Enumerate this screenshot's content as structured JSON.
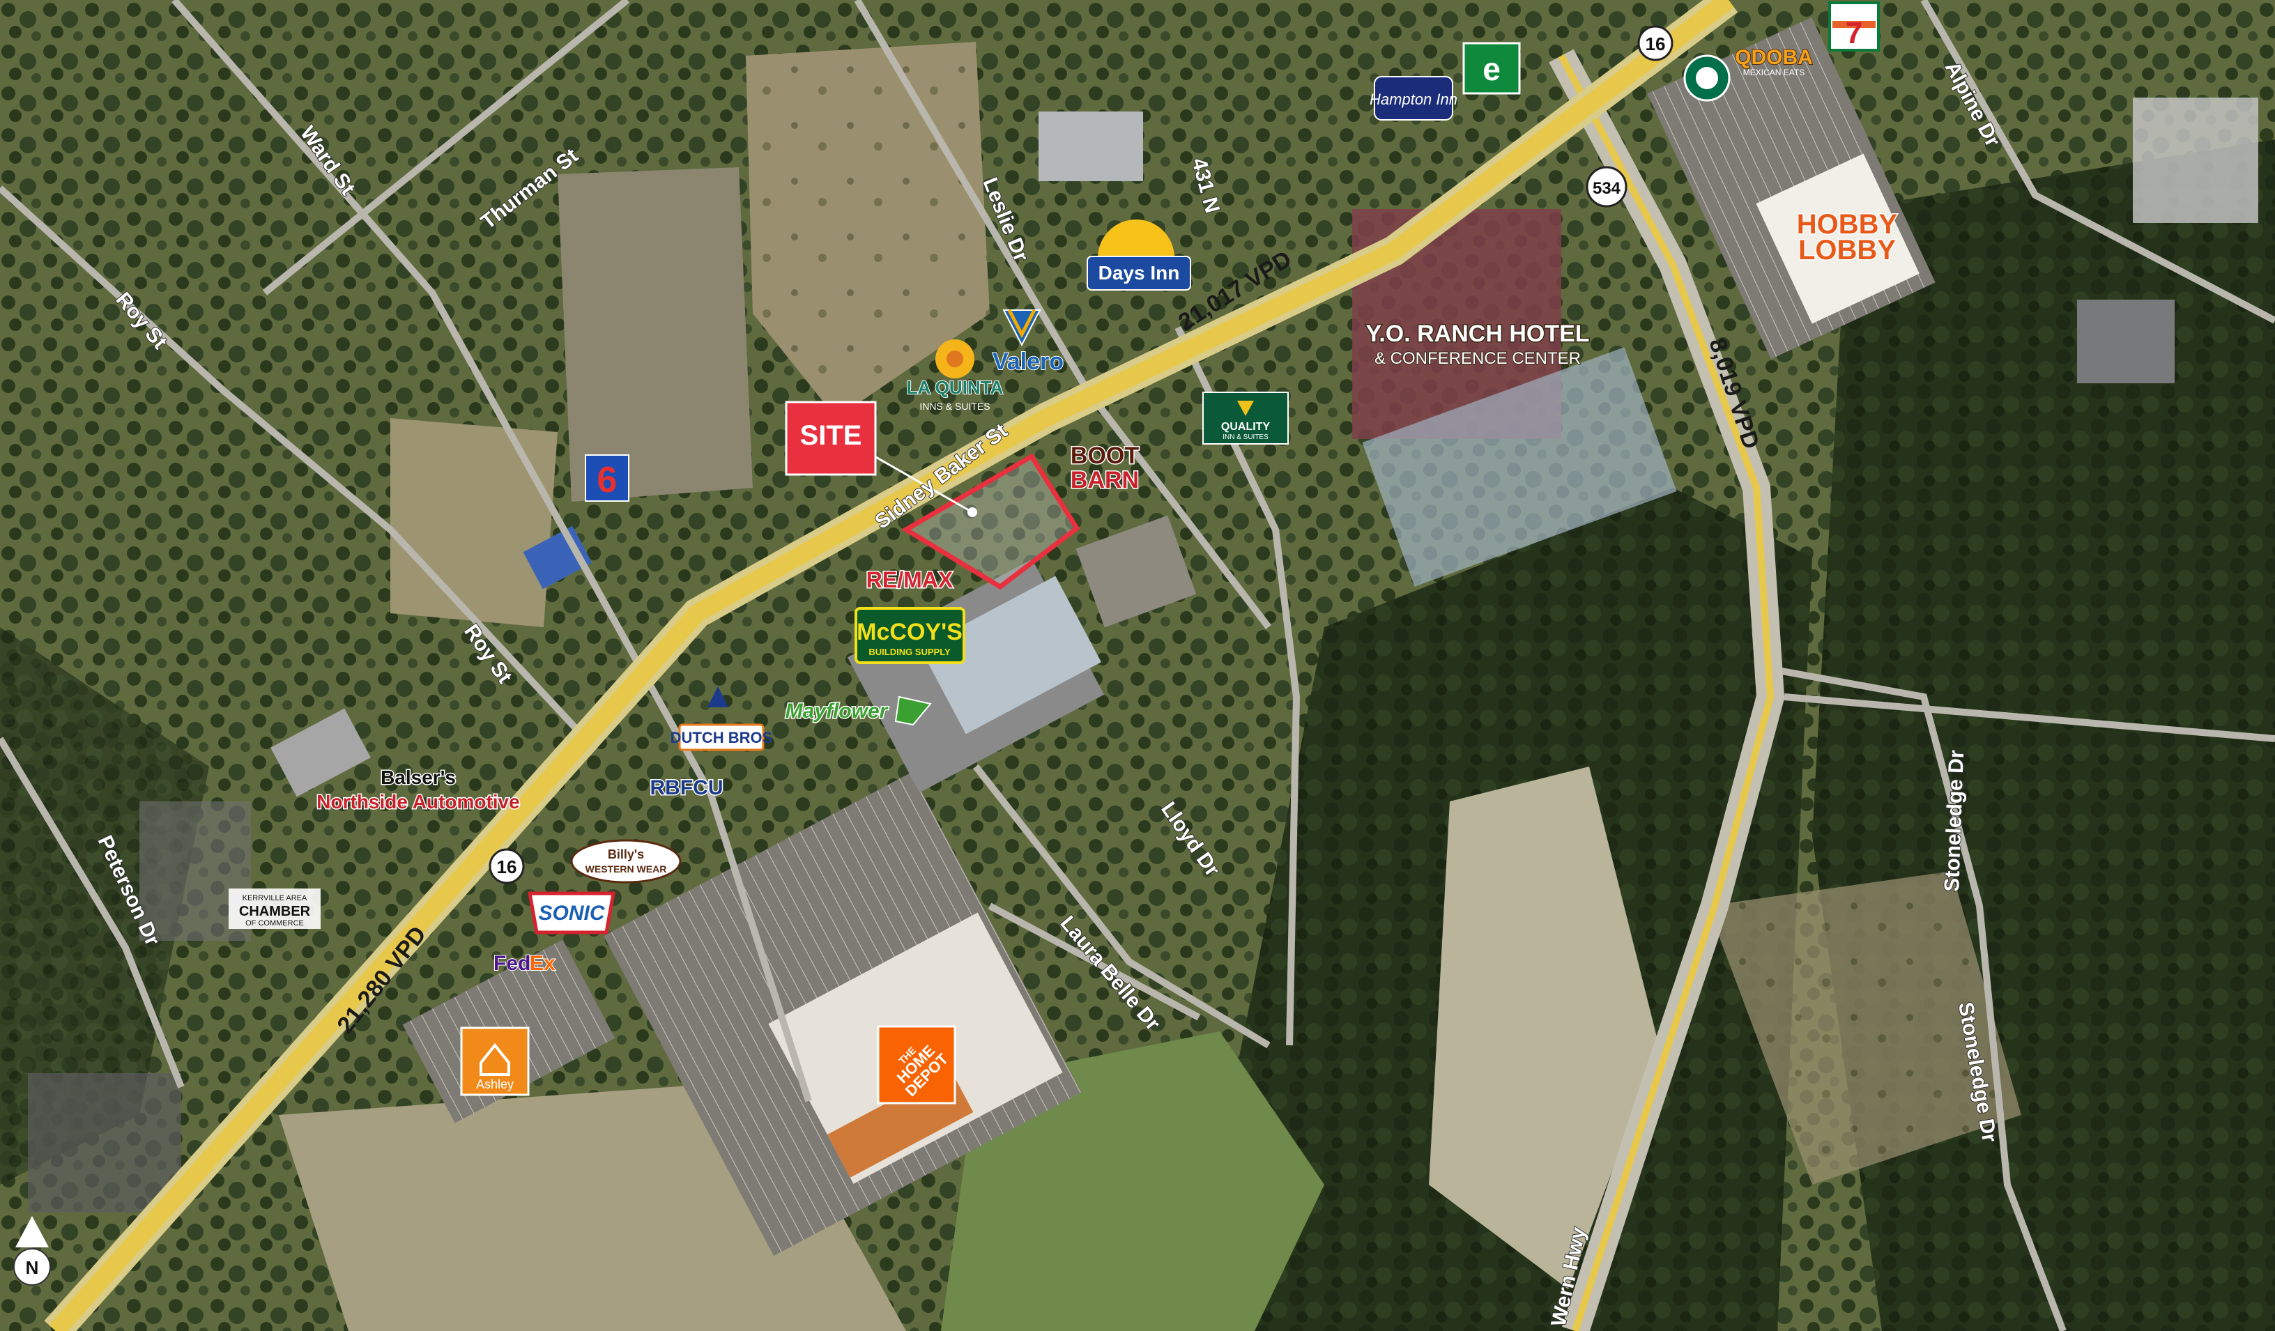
{
  "site_label": "SITE",
  "traffic": {
    "main_ne": "21,017 VPD",
    "main_sw": "21,280 VPD",
    "loop": "8,019 VPD"
  },
  "highways": {
    "hwy16_top": "16",
    "hwy16_bottom": "16",
    "hwy534": "534"
  },
  "streets": {
    "ward": "Ward St",
    "thurman": "Thurman St",
    "roy_top": "Roy St",
    "roy_mid": "Roy St",
    "peterson": "Peterson Dr",
    "leslie": "Leslie Dr",
    "i431": "431 N",
    "sidney": "Sidney Baker St",
    "lloyd": "Lloyd Dr",
    "laura": "Laura Belle Dr",
    "alpine": "Alpine Dr",
    "stone_top": "Stoneledge Dr",
    "stone_bottom": "Stoneledge Dr",
    "wern": "Wern Hwy"
  },
  "businesses": {
    "days_inn": "Days Inn",
    "valero": "Valero",
    "la_quinta": "LA QUINTA",
    "la_quinta_sub": "INNS & SUITES",
    "hampton": "Hampton Inn",
    "qdoba": "QDOBA",
    "qdoba_sub": "MEXICAN EATS",
    "seven_eleven": "7",
    "hobby_lobby_1": "HOBBY",
    "hobby_lobby_2": "LOBBY",
    "yo_ranch_1": "Y.O. RANCH HOTEL",
    "yo_ranch_2": "& CONFERENCE CENTER",
    "quality": "QUALITY",
    "quality_sub": "INN & SUITES",
    "boot_1": "BOOT",
    "boot_2": "BARN",
    "motel6": "6",
    "remax": "RE/MAX",
    "mccoys_1": "McCOY'S",
    "mccoys_2": "BUILDING SUPPLY",
    "mayflower": "Mayflower",
    "dutch_bros": "DUTCH BROS",
    "rbfcu": "RBFCU",
    "balsers_1": "Balser's",
    "balsers_2": "Northside Automotive",
    "billys_1": "Billy's",
    "billys_2": "WESTERN WEAR",
    "sonic": "SONIC",
    "fedex_1": "Fed",
    "fedex_2": "Ex",
    "chamber_1": "KERRVILLE AREA",
    "chamber_2": "CHAMBER",
    "chamber_3": "OF COMMERCE",
    "ashley": "Ashley",
    "home_depot_1": "THE",
    "home_depot_2": "HOME",
    "home_depot_3": "DEPOT"
  },
  "compass": "N",
  "colors": {
    "road_yellow": "#e8c84a",
    "site_red": "#e8303f",
    "vegetation_dark": "#2f3d22",
    "terrain": "#8f8a5e"
  }
}
